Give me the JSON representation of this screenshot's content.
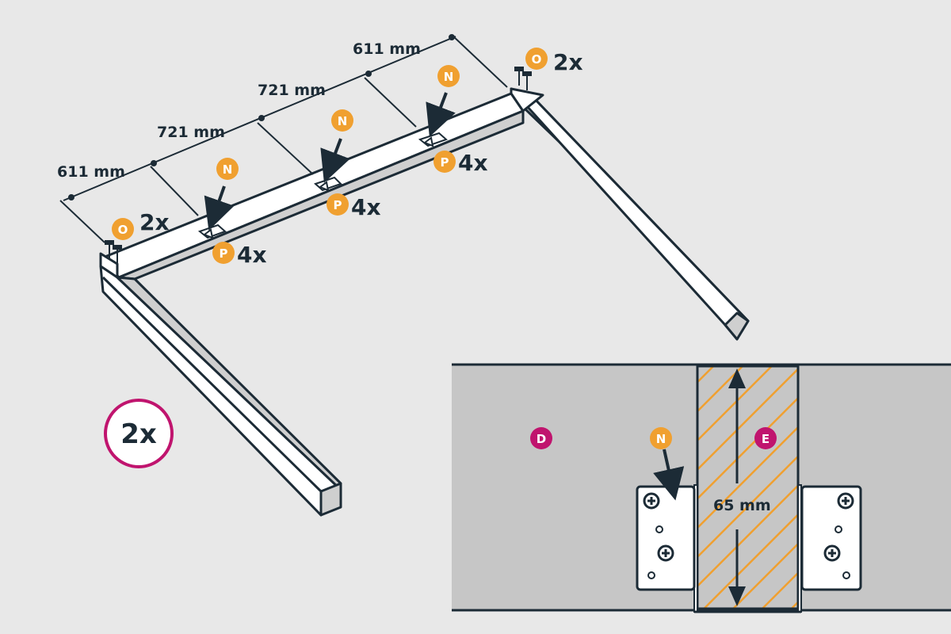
{
  "colors": {
    "background": "#e8e8e8",
    "outline": "#1c2b36",
    "wood": "#ffffff",
    "wood_shade": "#cfcfcf",
    "badge_orange": "#f0a030",
    "badge_magenta": "#c0146e",
    "detail_panel": "#c6c6c6",
    "hatch": "#f0a030"
  },
  "dimensions": {
    "d1": "611 mm",
    "d2": "721 mm",
    "d3": "721 mm",
    "d4": "611 mm",
    "detail": "65 mm"
  },
  "badges": {
    "o_left": "O",
    "o_right": "O",
    "n1": "N",
    "n2": "N",
    "n3": "N",
    "p1": "P",
    "p2": "P",
    "p3": "P",
    "n_detail": "N",
    "d_detail": "D",
    "e_detail": "E"
  },
  "quantities": {
    "o_left": "2x",
    "o_right": "2x",
    "p1": "4x",
    "p2": "4x",
    "p3": "4x",
    "assembly": "2x"
  }
}
